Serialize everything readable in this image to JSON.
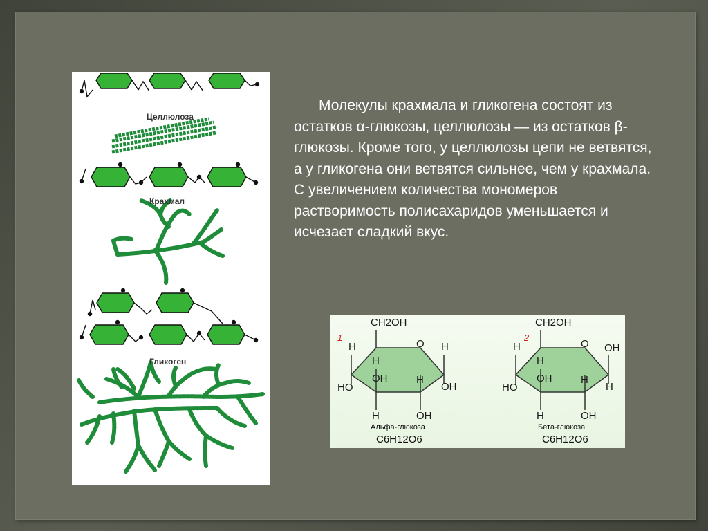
{
  "slide": {
    "paragraph": "Молекулы крахмала и гликогена состоят из остатков α-глюкозы, целлюлозы — из остатков β-глюкозы. Кроме того, у целлюлозы цепи не ветвятся, а у гликогена они ветвятся сильнее, чем у крахмала. С увеличением количества мономеров растворимость полисахаридов уменьшается и исчезает сладкий вкус."
  },
  "left_figure": {
    "labels": {
      "cellulose": "Целлюлоза",
      "starch": "Крахмал",
      "glycogen": "Гликоген"
    },
    "colors": {
      "ring": "#36b336",
      "bead": "#1f8c3a"
    }
  },
  "chem": {
    "ring_color": "#9ed29a",
    "alpha": {
      "number": "1",
      "ch2oh": "CH2OH",
      "ring_o": "O",
      "h_top_left": "H",
      "h_top_right": "H",
      "ho_left": "HO",
      "h_inner_left": "H",
      "oh_inner_mid": "OH",
      "h_inner_right": "H",
      "oh_right": "OH",
      "h_bottom": "H",
      "oh_bottom": "OH",
      "caption": "Альфа-глюкоза",
      "formula": "C6H12O6"
    },
    "beta": {
      "number": "2",
      "ch2oh": "CH2OH",
      "ring_o": "O",
      "h_top_left": "H",
      "oh_top_right": "OH",
      "ho_left": "HO",
      "h_inner_left": "H",
      "oh_inner_mid": "OH",
      "h_inner_right": "H",
      "h_right": "H",
      "h_bottom": "H",
      "oh_bottom": "OH",
      "caption": "Бета-глюкоза",
      "formula": "C6H12O6"
    }
  }
}
